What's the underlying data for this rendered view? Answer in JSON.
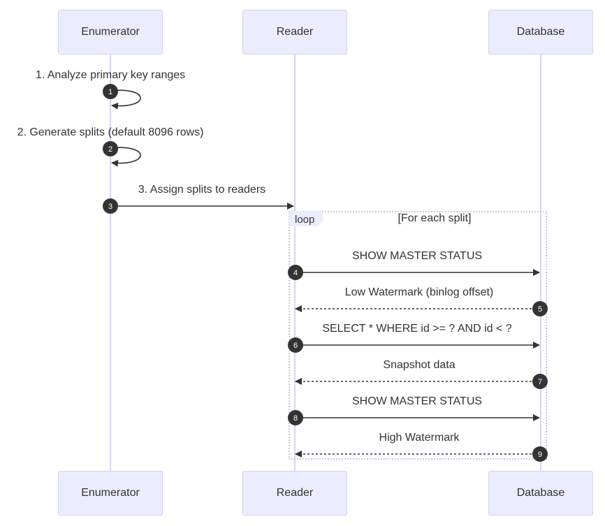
{
  "participants": [
    {
      "id": "enumerator",
      "label": "Enumerator"
    },
    {
      "id": "reader",
      "label": "Reader"
    },
    {
      "id": "database",
      "label": "Database"
    }
  ],
  "messages": [
    {
      "num": "1",
      "text": "1. Analyze primary key ranges",
      "from": "enumerator",
      "to": "enumerator",
      "style": "solid"
    },
    {
      "num": "2",
      "text": "2. Generate splits (default 8096 rows)",
      "from": "enumerator",
      "to": "enumerator",
      "style": "solid"
    },
    {
      "num": "3",
      "text": "3. Assign splits to readers",
      "from": "enumerator",
      "to": "reader",
      "style": "solid"
    },
    {
      "num": "4",
      "text": "SHOW MASTER STATUS",
      "from": "reader",
      "to": "database",
      "style": "solid"
    },
    {
      "num": "5",
      "text": "Low Watermark (binlog offset)",
      "from": "database",
      "to": "reader",
      "style": "dashed"
    },
    {
      "num": "6",
      "text": "SELECT * WHERE id >= ? AND id < ?",
      "from": "reader",
      "to": "database",
      "style": "solid"
    },
    {
      "num": "7",
      "text": "Snapshot data",
      "from": "database",
      "to": "reader",
      "style": "dashed"
    },
    {
      "num": "8",
      "text": "SHOW MASTER STATUS",
      "from": "reader",
      "to": "database",
      "style": "solid"
    },
    {
      "num": "9",
      "text": "High Watermark",
      "from": "database",
      "to": "reader",
      "style": "dashed"
    }
  ],
  "loop": {
    "tag": "loop",
    "condition": "[For each split]"
  },
  "colors": {
    "actor_fill": "#ECECFF",
    "actor_border": "#d4d2f0",
    "lifeline": "#d8d6f2",
    "arrow": "#333333",
    "badge": "#333333"
  }
}
